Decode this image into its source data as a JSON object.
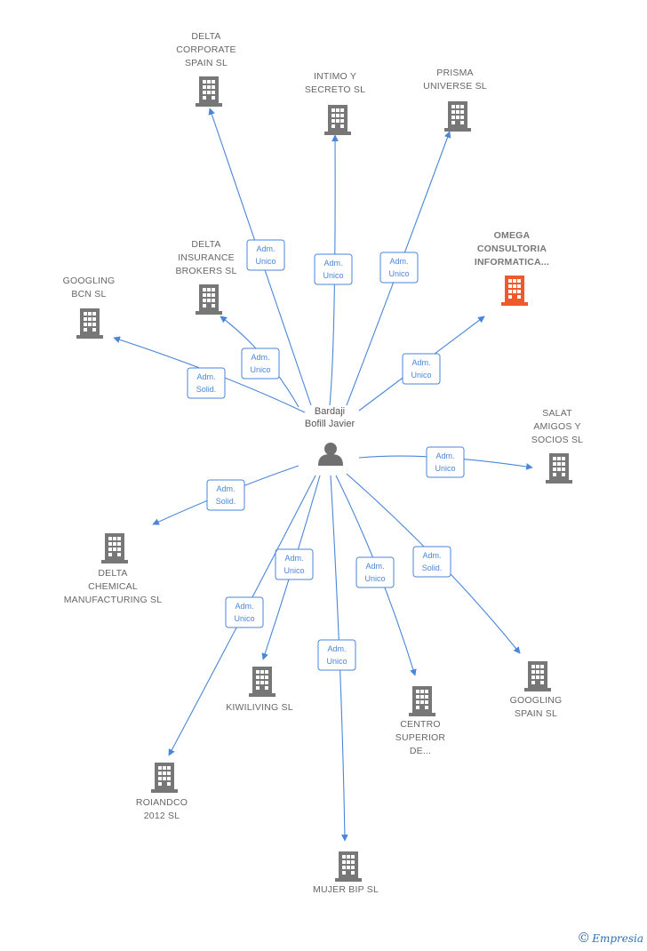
{
  "center": {
    "label": [
      "Bardaji",
      "Bofill Javier"
    ],
    "icon": "person-icon"
  },
  "colors": {
    "edge": "#4a86d8",
    "building": "#777777",
    "highlight": "#f05a2a"
  },
  "companies": [
    {
      "id": "delta-corporate",
      "label": [
        "DELTA",
        "CORPORATE",
        "SPAIN SL"
      ],
      "relation": [
        "Adm.",
        "Unico"
      ],
      "highlight": false
    },
    {
      "id": "intimo-secreto",
      "label": [
        "INTIMO Y",
        "SECRETO SL"
      ],
      "relation": [
        "Adm.",
        "Unico"
      ],
      "highlight": false
    },
    {
      "id": "prisma-universe",
      "label": [
        "PRISMA",
        "UNIVERSE  SL"
      ],
      "relation": [
        "Adm.",
        "Unico"
      ],
      "highlight": false
    },
    {
      "id": "omega-consultoria",
      "label": [
        "OMEGA",
        "CONSULTORIA",
        "INFORMATICA..."
      ],
      "relation": [
        "Adm.",
        "Unico"
      ],
      "highlight": true
    },
    {
      "id": "delta-insurance",
      "label": [
        "DELTA",
        "INSURANCE",
        "BROKERS  SL"
      ],
      "relation": [
        "Adm.",
        "Unico"
      ],
      "highlight": false
    },
    {
      "id": "googling-bcn",
      "label": [
        "GOOGLING",
        "BCN SL"
      ],
      "relation": [
        "Adm.",
        "Solid."
      ],
      "highlight": false
    },
    {
      "id": "salat-amigos",
      "label": [
        "SALAT",
        "AMIGOS Y",
        "SOCIOS SL"
      ],
      "relation": [
        "Adm.",
        "Unico"
      ],
      "highlight": false
    },
    {
      "id": "delta-chemical",
      "label": [
        "DELTA",
        "CHEMICAL",
        "MANUFACTURING SL"
      ],
      "relation": [
        "Adm.",
        "Solid."
      ],
      "highlight": false
    },
    {
      "id": "googling-spain",
      "label": [
        "GOOGLING",
        "SPAIN SL"
      ],
      "relation": [
        "Adm.",
        "Solid."
      ],
      "highlight": false
    },
    {
      "id": "centro-superior",
      "label": [
        "CENTRO",
        "SUPERIOR",
        "DE..."
      ],
      "relation": [
        "Adm.",
        "Unico"
      ],
      "highlight": false
    },
    {
      "id": "kiwiliving",
      "label": [
        "KIWILIVING SL"
      ],
      "relation": [
        "Adm.",
        "Unico"
      ],
      "highlight": false
    },
    {
      "id": "roiandco",
      "label": [
        "ROIANDCO",
        "2012 SL"
      ],
      "relation": [
        "Adm.",
        "Unico"
      ],
      "highlight": false
    },
    {
      "id": "mujer-bip",
      "label": [
        "MUJER BIP SL"
      ],
      "relation": [
        "Adm.",
        "Unico"
      ],
      "highlight": false
    }
  ],
  "footer": {
    "copyright": "©",
    "brand": "Empresia"
  }
}
